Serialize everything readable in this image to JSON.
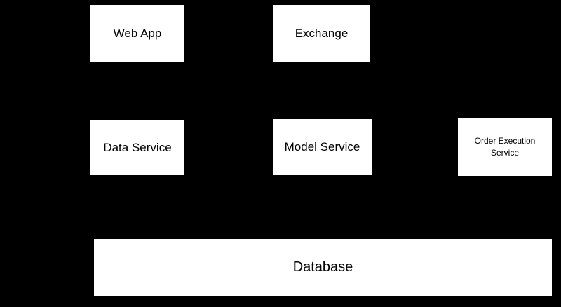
{
  "diagram": {
    "background_color": "#000000",
    "node_fill_color": "#ffffff",
    "node_text_color": "#000000",
    "nodes": {
      "web_app": {
        "label": "Web App"
      },
      "exchange": {
        "label": "Exchange"
      },
      "data_service": {
        "label": "Data Service"
      },
      "model_service": {
        "label": "Model Service"
      },
      "order_execution_service": {
        "label": "Order Execution Service"
      },
      "database": {
        "label": "Database"
      }
    }
  }
}
